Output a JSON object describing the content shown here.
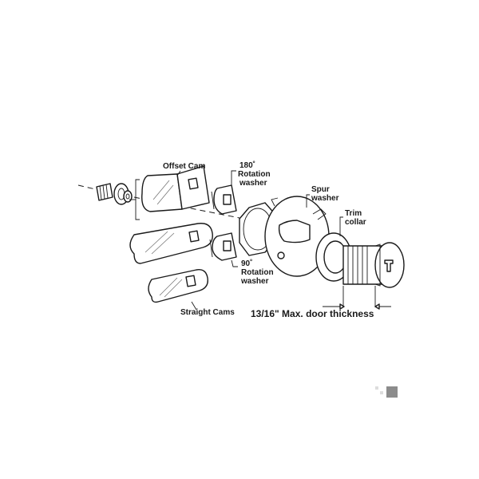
{
  "labels": {
    "offset_cam": "Offset Cam",
    "rot180_line1": "180˚",
    "rot180_line2": "Rotation",
    "rot180_line3": "washer",
    "spur_line1": "Spur",
    "spur_line2": "washer",
    "trim_line1": "Trim",
    "trim_line2": "collar",
    "rot90_line1": "90˚",
    "rot90_line2": "Rotation",
    "rot90_line3": "washer",
    "straight_cams": "Straight Cams",
    "door_thickness": "13/16\" Max. door thickness"
  },
  "colors": {
    "line": "#1a1a1a",
    "swatch": "#8c8c8c"
  }
}
